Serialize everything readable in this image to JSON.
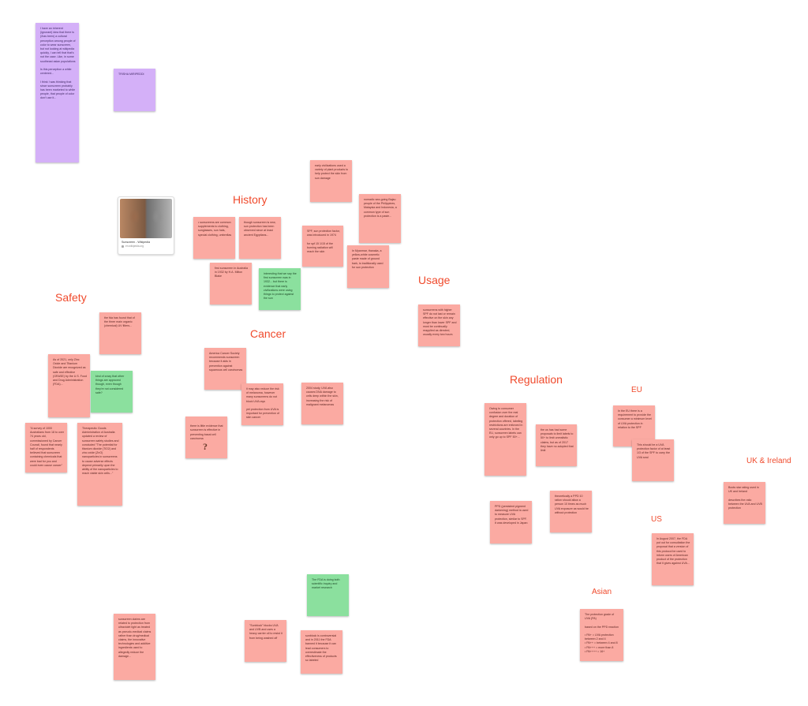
{
  "headings": {
    "history": "History",
    "safety": "Safety",
    "cancer": "Cancer",
    "usage": "Usage",
    "regulation": "Regulation",
    "eu": "EU",
    "uk_ireland": "UK & Ireland",
    "us": "US",
    "asian": "Asian"
  },
  "notes": {
    "intro": "I have an inherent (ignorant) idea that there is (/has been) a cultural perception among people of color to wear sunscreen, but not looking at wikipedia quickly, I can tell that that's not the case. Like, in some southeast asian populations\n\nIs this perception a white centered...\n\nI think I was thinking that since sunscreen probably has been marketed to white people, that people of color don't use it...",
    "author": "TRISHA MIRIPEDDI",
    "hist_list": "• sunscreens are common supplements to clothing, sunglasses, sun hats, special clothing, umbrellas",
    "hist_egypt": "though sunscreen is new, sun protection has been observed since at least ancient Egyptians...",
    "hist_early": "early civilizations used a variety of plant products to help protect the skin from sun damage",
    "hist_spf": "SPF, sun protection factor, was introduced in 1974\n\nfor spf 15 1/15 of the burning radiation will reach the skin",
    "hist_nomadic": "nomadic sea-going Bajau people of the Philippines, Malaysia and Indonesia, a common type of sun protection is a paste...",
    "hist_myanmar": "In Myanmar, thanaka, a yellow-white cosmetic paste made of ground bark, is traditionally used for sun protection",
    "hist_australia": "first sunscreen in Australia in 1932 by H.A. Milton Blake",
    "hist_interesting": "interesting that we say the first sunscreen was in 1932... but there is evidence that early civilizations were using things to protect against the sun",
    "safety_zinc": "As of 2021, only Zinc Oxide and Titanium Dioxide are recognized as safe and effective (GRASE) by the U.S. Food and Drug Administration (FDA)...",
    "safety_found": "the fda has found that of the three main organic (chemical) UV filters...",
    "safety_kinda": "kind of crazy that other things are approved though, even though they're not considered safe?",
    "safety_survey": "\"A survey of 1000 Australians from 18 to over 74 years old, commissioned by Cancer Council, found that nearly half of respondents believed that sunscreen containing chemicals that were bad for you and could even cause cancer\"",
    "safety_tga": "Therapeutic Goods Administration of Australia updated a review of sunscreen safety studies and concluded \"The potential for titanium dioxide (TiO2) and zinc oxide (ZnO) nanoparticles in sunscreens to cause adverse effects depend primarily upon the ability of the nanoparticles to reach viable skin cells...\"",
    "safety_claims": "sunscreen claims are related to protection from ultraviolet light as treated as pseudo-medical claims rather than drug/medical claims, the innovative technologies and additive ingredients used to allegedly reduce the damage...",
    "cancer_acs": "America Cancer Society recommends sunscreen because it aids in prevention against squamous cell carcinomas",
    "cancer_risk": "it may also reduce the risk of melanoma, however many sunscreens do not block UVA rays\n\nyet protection from UVA is important for prevention of skin cancer",
    "cancer_2004": "2004 study, UVA also causes DNA damage to cells deep within the skin, increasing the risk of malignant melanomas",
    "cancer_little": "there is little evidence that sunscreen is effective in preventing basal cell carcinoma",
    "cancer_qmark": "?",
    "usage_higher": "sunscreens with higher SPF do not last or remain effective on the skin any longer than lower SPF and must be continually reapplied as directed, usually every two hours",
    "reg_consumer": "Owing to consumer confusion over the real degree and duration of protection offered, labeling restrictions are enforced in several countries. In the EU, sunscreen labels can only go up to SPF 50+...",
    "reg_fda_proposals": "the us has had some proposals to limit labels to 50+ to limit unrealistic claims, but as of 2017 they have no adopted that limit",
    "reg_ppd": "PPD (persistent pigment darkening) method is used to measure UVA protection, similar to SPF. It was developed in Japan",
    "reg_ppd_ratio": "theoretically a PPD 10 ration should allow a person 10 times as much UVA exposure as would be without protection",
    "eu_label": "In the EU there is a requirement to provide the consumer a minimum level of UVA protection in relation to the SPF",
    "eu_uva": "This should be a UVA protection factor of at least 1/3 of the SPF to carry the UVA seal",
    "uk_boots": "Boots star rating used in UK and Ireland\n\ndescribes the ratio between the UVA and UVB protection",
    "us_2007": "In August 2007, the FDA put out for consultation the proposal that a version of this protocol be used to inform users of American product of the protection that it gives against UVA...",
    "asian_grade": "The protection grade of UVA (PA)\n\nbased on the PPD reaction\n\n• PA+ = UVA protection between 2 and 4\n• PA++ = between 4 and 8\n• PA+++ = more than 8\n• PA++++ = 16+",
    "fda_ongoing": "The FDA is doing both scientific inquiry and market research",
    "fda_sunblock": "\"Sunblock\" blocks UVA and UVB and uses a heavy carrier oil to resist it from being washed off",
    "fda_banned": "sunblock is controversial and in 2011 the FDA banned it because it can lead consumers to overestimate the effectiveness of products so labeled"
  },
  "embed": {
    "title": "Sunscreen - Wikipedia",
    "meta": "en.wikipedia.org"
  },
  "colors": {
    "salmon": "#fbaaa2",
    "green": "#8be09e",
    "purple": "#d4b0f8",
    "heading": "#f04a2c"
  }
}
